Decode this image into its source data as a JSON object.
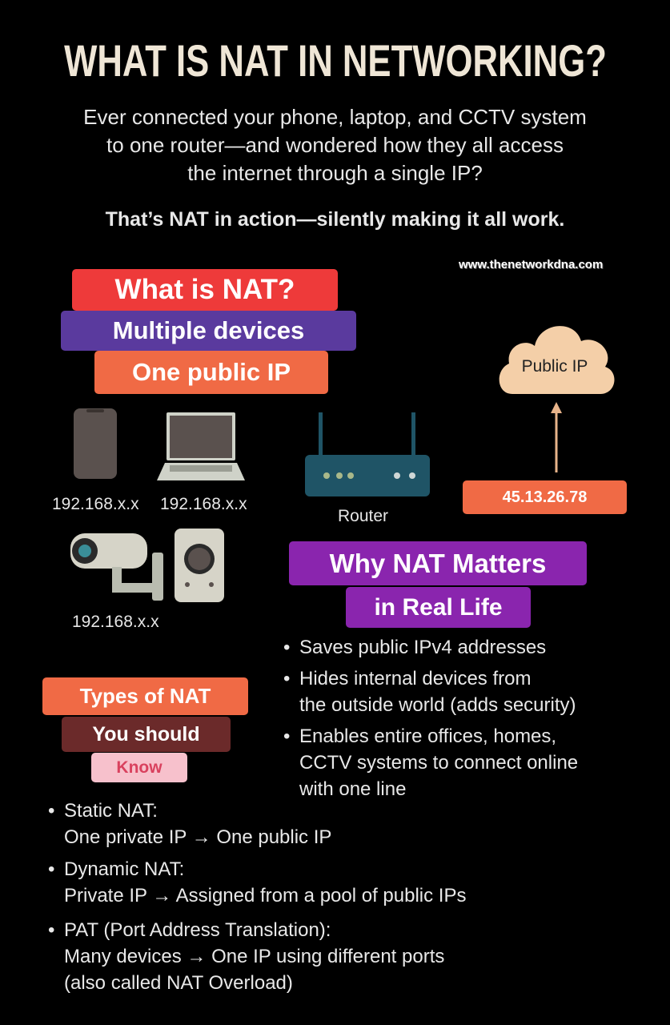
{
  "title": "WHAT IS NAT IN NETWORKING?",
  "intro": [
    "Ever connected your phone, laptop, and CCTV system",
    "to one router—and wondered how they all access",
    "the internet through a single IP?"
  ],
  "tagline": "That’s NAT in action—silently making it all work.",
  "website": "www.thenetworkdna.com",
  "what_tags": [
    "What is NAT?",
    "Multiple devices",
    "One public IP"
  ],
  "devices": {
    "phone_ip": "192.168.x.x",
    "laptop_ip": "192.168.x.x",
    "cctv_ip": "192.168.x.x",
    "router": "Router",
    "cloud": "Public IP",
    "public_ip": "45.13.26.78"
  },
  "why": {
    "title": "Why NAT Matters",
    "subtitle": "in Real Life",
    "bullets": [
      [
        "Saves public IPv4 addresses"
      ],
      [
        "Hides internal devices from",
        "the outside world (adds security)"
      ],
      [
        "Enables entire offices, homes,",
        "CCTV systems to connect online",
        "with one line"
      ]
    ]
  },
  "types": {
    "tags": [
      "Types of NAT",
      "You should",
      "Know"
    ],
    "items": [
      [
        "Static NAT:",
        "One private IP → One public IP"
      ],
      [
        "Dynamic NAT:",
        "Private IP → Assigned from a pool of public IPs"
      ],
      [
        "PAT (Port Address Translation):",
        "Many devices → One IP using different ports",
        "(also called NAT Overload)"
      ]
    ]
  },
  "colors": {
    "red": "#ee3a3a",
    "purple": "#5a3a9e",
    "orange": "#f06a45",
    "violet": "#8a25ae",
    "maroon": "#6b2a2a",
    "pink": "#f7c1cc"
  }
}
